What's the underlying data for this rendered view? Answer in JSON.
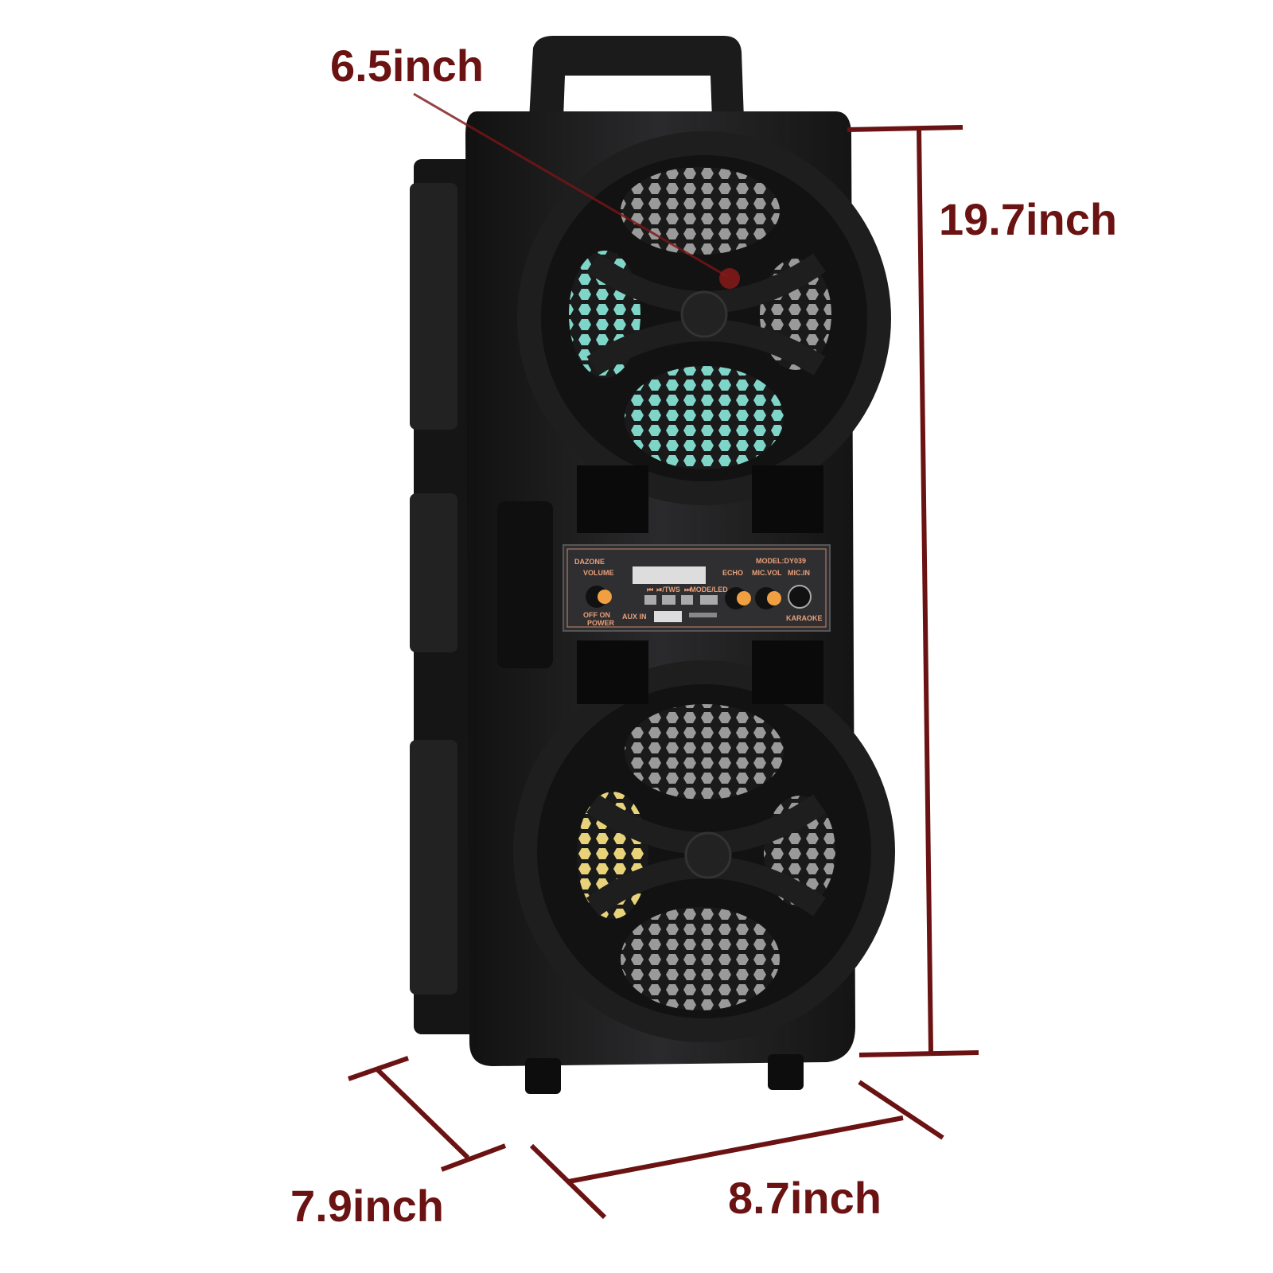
{
  "annotations": {
    "driver": "6.5inch",
    "height": "19.7inch",
    "depth": "7.9inch",
    "width": "8.7inch"
  },
  "panel": {
    "brand": "DAZONE",
    "model": "MODEL:DY039",
    "volume": "VOLUME",
    "echo": "ECHO",
    "mic_vol": "MIC.VOL",
    "mic_in": "MIC.IN",
    "power": "OFF  ON",
    "power_label": "POWER",
    "aux": "AUX IN",
    "buttons": [
      "⏮",
      "⏯/TWS",
      "⏭",
      "MODE/LED"
    ],
    "karaoke": "KARAOKE"
  },
  "colors": {
    "annotation": "#6b1212",
    "body": "#1c1c1e",
    "knob": "#f0a040",
    "panel_trim": "#e8a07a"
  }
}
